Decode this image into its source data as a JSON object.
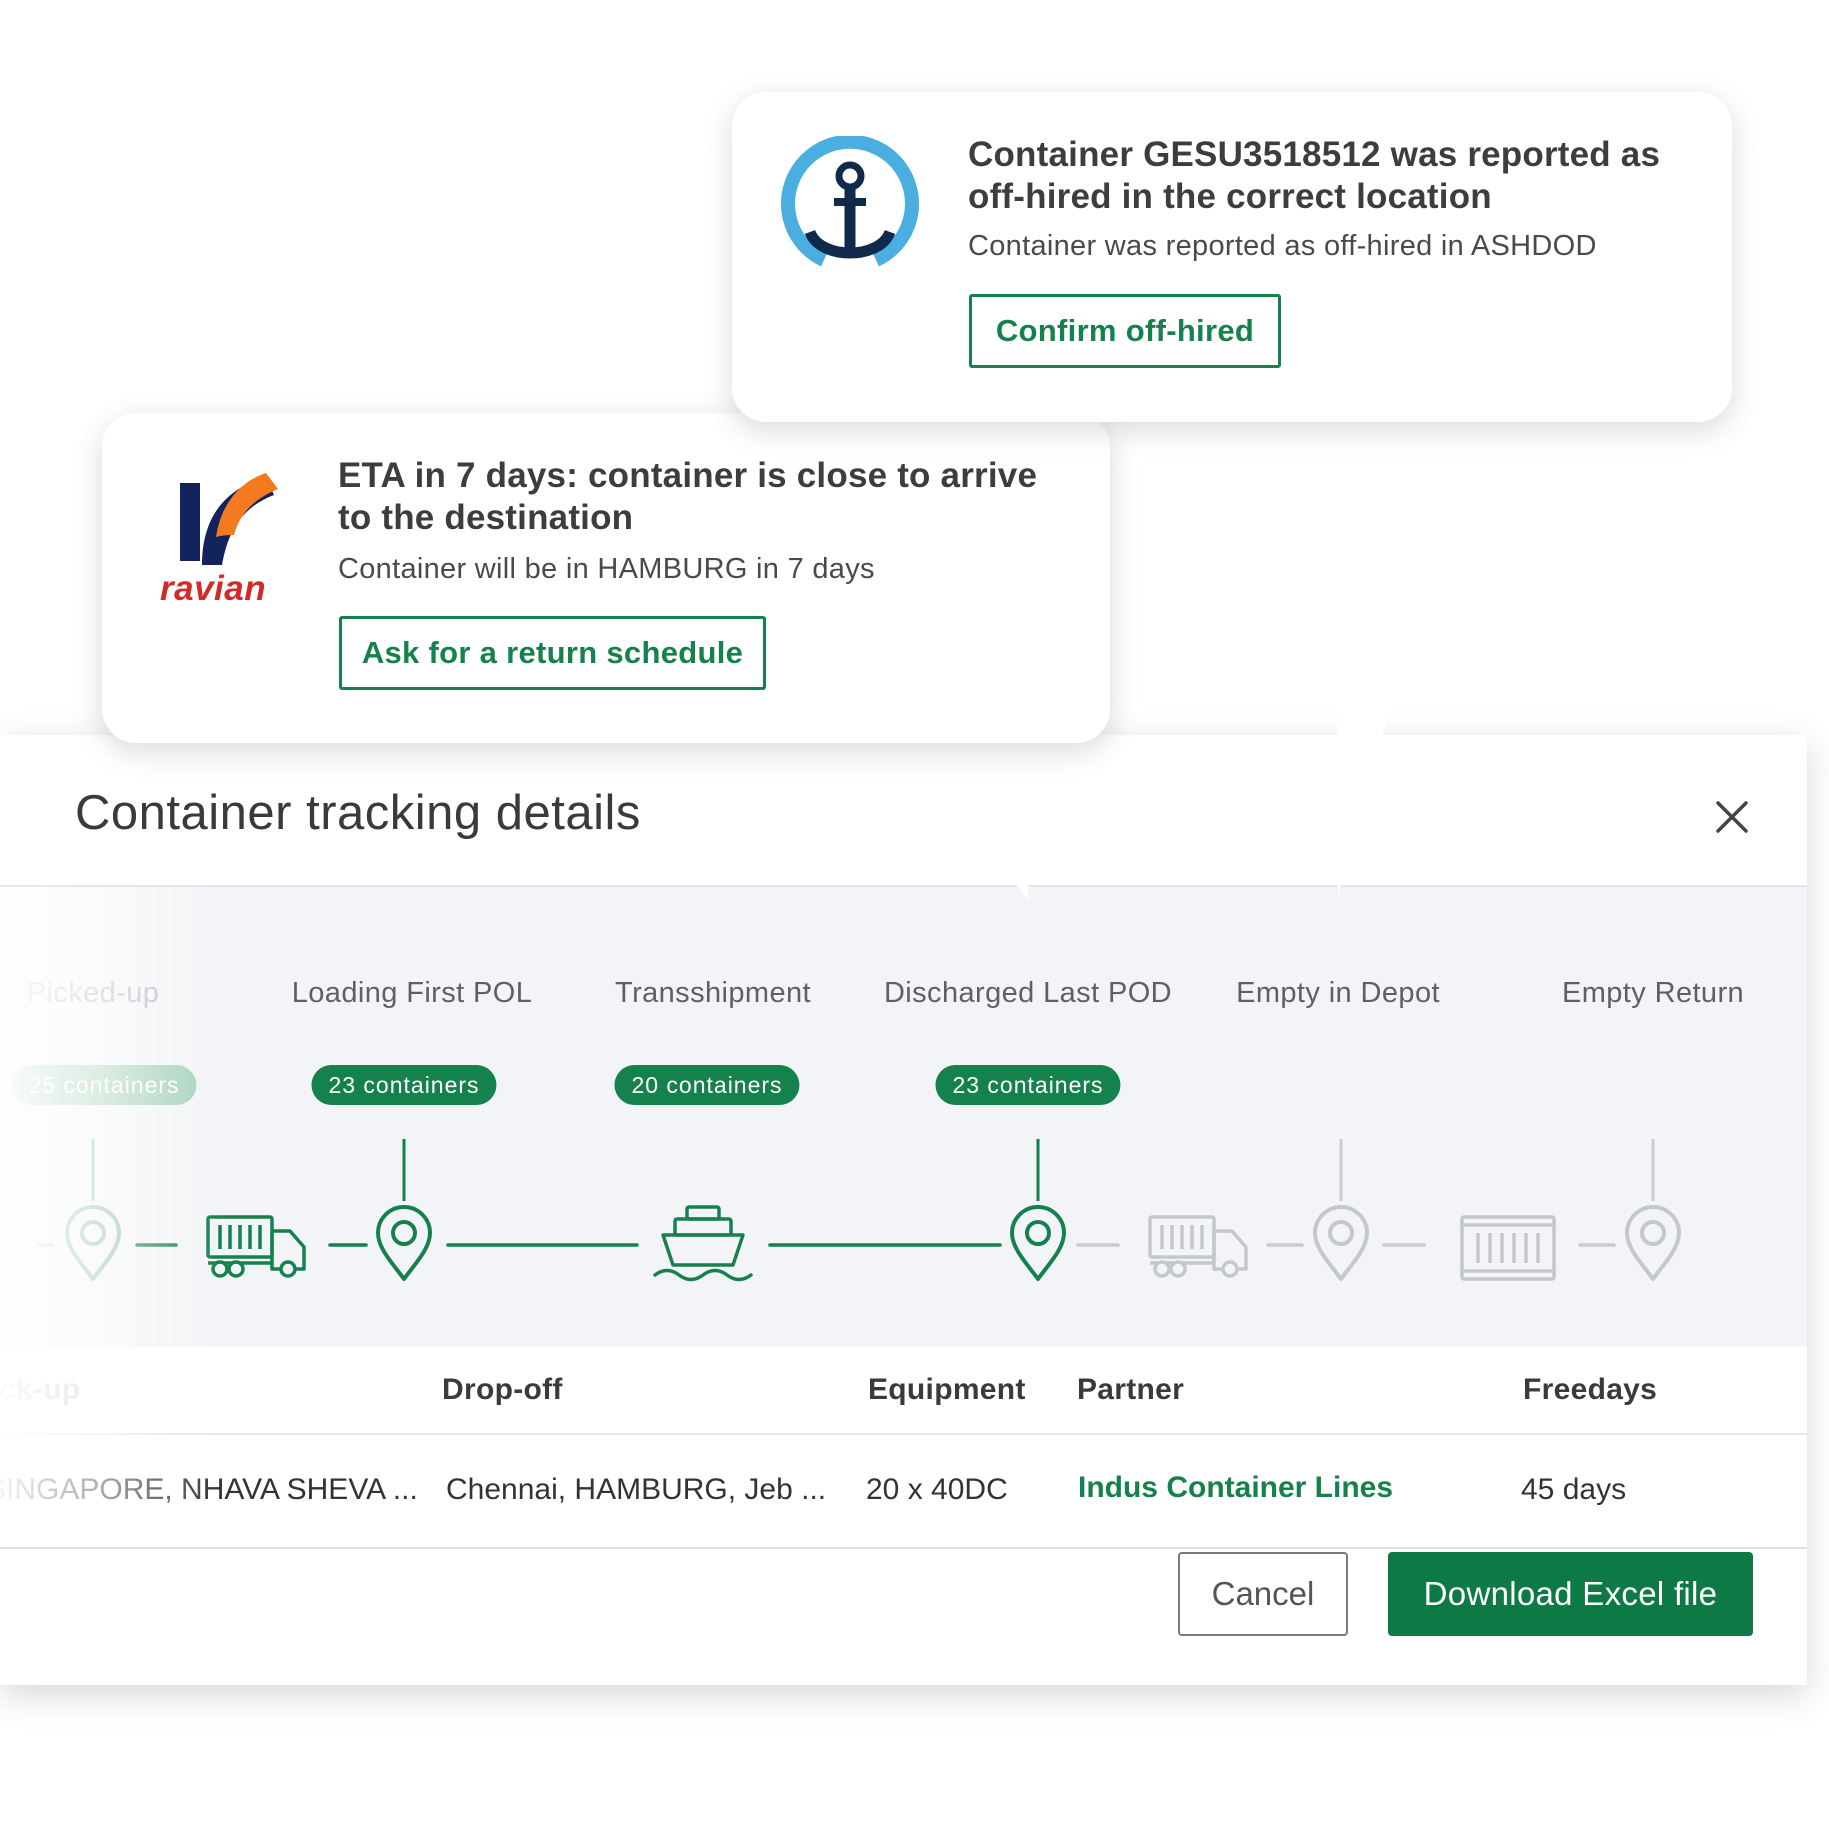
{
  "panel": {
    "title": "Container tracking details",
    "close_icon": "close-icon"
  },
  "tracking": {
    "stages": [
      {
        "label": "Picked-up",
        "badge": "25 containers",
        "icon": "map-pin-icon",
        "active": true,
        "faded": true
      },
      {
        "label": "Loading First POL",
        "badge": "23 containers",
        "icon": "map-pin-icon",
        "active": true
      },
      {
        "label": "Transshipment",
        "badge": "20 containers",
        "icon": "ship-icon",
        "active": true
      },
      {
        "label": "Discharged Last POD",
        "badge": "23 containers",
        "icon": "map-pin-icon",
        "active": true
      },
      {
        "label": "Empty in Depot",
        "badge": "",
        "icon": "map-pin-icon",
        "active": false
      },
      {
        "label": "Empty Return",
        "badge": "",
        "icon": "map-pin-icon",
        "active": false
      }
    ],
    "connector_icons": [
      "truck-icon",
      "ship-icon",
      "truck-icon",
      "container-icon"
    ]
  },
  "table": {
    "headers": {
      "pickup": "Pick-up",
      "dropoff": "Drop-off",
      "equipment": "Equipment",
      "partner": "Partner",
      "freedays": "Freedays"
    },
    "row": {
      "pickup": "SINGAPORE, NHAVA SHEVA ...",
      "dropoff": "Chennai, HAMBURG, Jeb ...",
      "equipment": "20 x 40DC",
      "partner": "Indus Container Lines",
      "freedays": "45 days"
    }
  },
  "footer": {
    "cancel_label": "Cancel",
    "download_label": "Download Excel file"
  },
  "notifications": {
    "offhire": {
      "logo_icon": "anchor-icon",
      "title": "Container GESU3518512 was reported as off-hired in the correct location",
      "subtitle": "Container was reported as off-hired in ASHDOD",
      "button_label": "Confirm off-hired"
    },
    "eta": {
      "logo_icon": "ravian-logo",
      "logo_text": "ravian",
      "title": "ETA in 7 days: container is close to arrive to the destination",
      "subtitle": "Container will be in HAMBURG in 7 days",
      "button_label": "Ask for a return schedule"
    }
  },
  "colors": {
    "accent": "#15814d",
    "accent_dark": "#0d7a45",
    "inactive": "#c9ccd1",
    "tracking_bg": "#f3f4f7",
    "anchor_ring": "#4aaee0",
    "anchor_navy": "#0f2a4a",
    "ravian_navy": "#13245c",
    "ravian_orange": "#f47a20",
    "ravian_red": "#d42a27"
  }
}
